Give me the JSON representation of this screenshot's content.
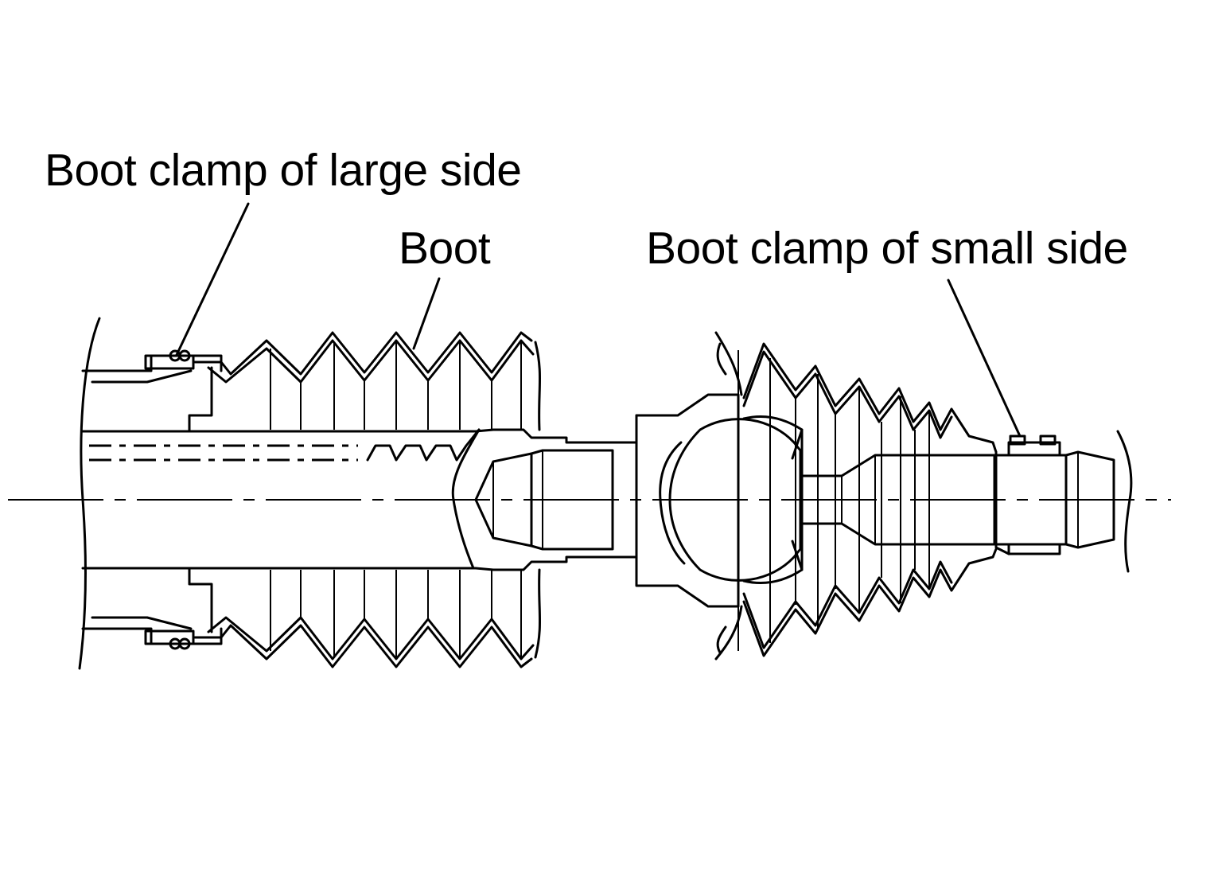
{
  "labels": {
    "clamp_large": "Boot clamp of large side",
    "boot": "Boot",
    "clamp_small": "Boot clamp of small side"
  },
  "colors": {
    "line": "#000000",
    "background": "#ffffff"
  }
}
